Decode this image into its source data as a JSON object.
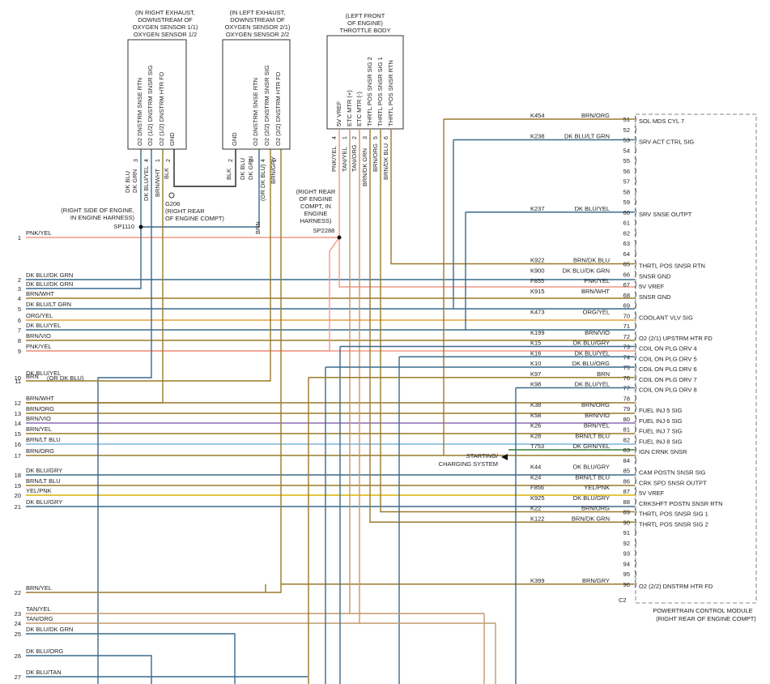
{
  "colors": {
    "PNK": "#f09a86",
    "DKBLU": "#3a6a8c",
    "BRN": "#9a7a2a",
    "YEL": "#d8b400",
    "ORG": "#e9a23b",
    "BLK": "#222222",
    "TAN": "#c29a6b",
    "VIO": "#8a6bb3",
    "WHT": "#9a9a9a",
    "LTGRN": "#7fc6a3",
    "LTBLU": "#7fb6de",
    "DKGRN": "#3a7a3a",
    "GRY": "#8a8a8a",
    "GRN": "#3d9a3d",
    "BLU": "#3a6abf",
    "PCMBORDER": "#9aa0a6"
  },
  "sensors": [
    {
      "caption": [
        "(IN RIGHT EXHAUST,",
        "DOWNSTREAM OF",
        "OXYGEN SENSOR 1/1)",
        "OXYGEN SENSOR 1/2"
      ],
      "pins": [
        {
          "n": "3",
          "label": "O2 DNSTRM SNSE RTN",
          "wire": "DK BLU/DK GRN"
        },
        {
          "n": "4",
          "label": "O2 (1/2) DNSTRM SNSR SIG",
          "wire": "DK BLU/YEL"
        },
        {
          "n": "1",
          "label": "O2 (1/2) DNSTRM HTR FD",
          "wire": "BRN/WHT"
        },
        {
          "n": "2",
          "label": "GND",
          "wire": "BLK"
        }
      ]
    },
    {
      "caption": [
        "(IN LEFT EXHAUST,",
        "DOWNSTREAM OF",
        "OXYGEN SENSOR 2/1)",
        "OXYGEN SENSOR 2/2"
      ],
      "pins": [
        {
          "n": "2",
          "label": "GND",
          "wire": "BLK"
        },
        {
          "n": "3",
          "label": "O2 DNSTRM SNSE RTN",
          "wire": "DK BLU"
        },
        {
          "n": "4",
          "label": "O2 (2/2) DNSTRM SNSR SIG",
          "wire": "(OR DK BLU)"
        },
        {
          "n": "1",
          "label": "O2 (2/2) DNSTRM HTR FD",
          "wire": "BRN/GRY"
        }
      ]
    },
    {
      "caption": [
        "(LEFT FRONT",
        "OF ENGINE)",
        "THROTTLE BODY"
      ],
      "pins": [
        {
          "n": "4",
          "label": "5V VREF",
          "wire": "PNK/YEL"
        },
        {
          "n": "1",
          "label": "ETC MTR (+)",
          "wire": "TAN/YEL"
        },
        {
          "n": "2",
          "label": "ETC MTR (-)",
          "wire": "TAN/ORG"
        },
        {
          "n": "3",
          "label": "THRTL POS SNSR SIG 2",
          "wire": "BRN/DK GRN"
        },
        {
          "n": "5",
          "label": "THRTL POS SNSR SIG 1",
          "wire": "BRN/ORG"
        },
        {
          "n": "6",
          "label": "THRTL POS SNSR RTN",
          "wire": "BRN/DK BLU"
        }
      ]
    }
  ],
  "splices": {
    "g206": [
      "G206",
      "(RIGHT REAR",
      "OF ENGINE COMPT)"
    ],
    "sp1110": [
      "(RIGHT SIDE OF ENGINE,",
      "IN ENGINE HARNESS)",
      "SP1110"
    ],
    "sp2288": [
      "(RIGHT REAR",
      "OF ENGINE",
      "COMPT, IN",
      "ENGINE",
      "HARNESS)",
      "SP2288"
    ],
    "sp1110_extra_wires": [
      "DK BLU",
      "DK GRN",
      "BRN"
    ]
  },
  "left_wires": [
    {
      "n": "1",
      "color": "PNK/YEL"
    },
    {
      "n": "2",
      "color": "DK BLU/DK GRN"
    },
    {
      "n": "3",
      "color": "DK BLU/DK GRN"
    },
    {
      "n": "4",
      "color": "BRN/WHT"
    },
    {
      "n": "5",
      "color": "DK BLU/LT GRN"
    },
    {
      "n": "6",
      "color": "ORG/YEL"
    },
    {
      "n": "7",
      "color": "DK BLU/YEL"
    },
    {
      "n": "8",
      "color": "BRN/VIO"
    },
    {
      "n": "9",
      "color": "PNK/YEL"
    },
    {
      "n": "10",
      "color": "DK BLU/YEL"
    },
    {
      "n": "11",
      "color": "BRN"
    },
    {
      "n": "12",
      "color": "BRN/WHT"
    },
    {
      "n": "13",
      "color": "BRN/ORG"
    },
    {
      "n": "14",
      "color": "BRN/VIO"
    },
    {
      "n": "15",
      "color": "BRN/YEL"
    },
    {
      "n": "16",
      "color": "BRN/LT BLU"
    },
    {
      "n": "17",
      "color": "BRN/ORG"
    },
    {
      "n": "18",
      "color": "DK BLU/GRY"
    },
    {
      "n": "19",
      "color": "BRN/LT BLU"
    },
    {
      "n": "20",
      "color": "YEL/PNK"
    },
    {
      "n": "21",
      "color": "DK BLU/GRY"
    },
    {
      "n": "22",
      "color": "BRN/YEL"
    },
    {
      "n": "23",
      "color": "TAN/YEL"
    },
    {
      "n": "24",
      "color": "TAN/ORG"
    },
    {
      "n": "25",
      "color": "DK BLU/DK GRN"
    },
    {
      "n": "26",
      "color": "DK BLU/ORG"
    },
    {
      "n": "27",
      "color": "DK BLU/TAN"
    }
  ],
  "wire11_note": "(OR DK BLU)",
  "pcm_pins": [
    {
      "pin": "51",
      "circuit": "K454",
      "color": "BRN/ORG",
      "func": "SOL MDS CYL 7"
    },
    {
      "pin": "52",
      "circuit": "",
      "color": "",
      "func": ""
    },
    {
      "pin": "53",
      "circuit": "K238",
      "color": "DK BLU/LT GRN",
      "func": "SRV ACT CTRL SIG"
    },
    {
      "pin": "54",
      "circuit": "",
      "color": "",
      "func": ""
    },
    {
      "pin": "55",
      "circuit": "",
      "color": "",
      "func": ""
    },
    {
      "pin": "56",
      "circuit": "",
      "color": "",
      "func": ""
    },
    {
      "pin": "57",
      "circuit": "",
      "color": "",
      "func": ""
    },
    {
      "pin": "58",
      "circuit": "",
      "color": "",
      "func": ""
    },
    {
      "pin": "59",
      "circuit": "",
      "color": "",
      "func": ""
    },
    {
      "pin": "60",
      "circuit": "K237",
      "color": "DK BLU/YEL",
      "func": "SRV SNSE OUTPT"
    },
    {
      "pin": "61",
      "circuit": "",
      "color": "",
      "func": ""
    },
    {
      "pin": "62",
      "circuit": "",
      "color": "",
      "func": ""
    },
    {
      "pin": "63",
      "circuit": "",
      "color": "",
      "func": ""
    },
    {
      "pin": "64",
      "circuit": "",
      "color": "",
      "func": ""
    },
    {
      "pin": "65",
      "circuit": "K922",
      "color": "BRN/DK BLU",
      "func": "THRTL POS SNSR RTN"
    },
    {
      "pin": "66",
      "circuit": "K900",
      "color": "DK BLU/DK GRN",
      "func": "SNSR GND"
    },
    {
      "pin": "67",
      "circuit": "F855",
      "color": "PNK/YEL",
      "func": "5V VREF"
    },
    {
      "pin": "68",
      "circuit": "K915",
      "color": "BRN/WHT",
      "func": "SNSR GND"
    },
    {
      "pin": "69",
      "circuit": "",
      "color": "",
      "func": ""
    },
    {
      "pin": "70",
      "circuit": "K473",
      "color": "ORG/YEL",
      "func": "COOLANT VLV SIG"
    },
    {
      "pin": "71",
      "circuit": "",
      "color": "",
      "func": ""
    },
    {
      "pin": "72",
      "circuit": "K199",
      "color": "BRN/VIO",
      "func": "O2 (2/1) UPSTRM HTR FD"
    },
    {
      "pin": "73",
      "circuit": "K15",
      "color": "DK BLU/GRY",
      "func": "COIL ON PLG DRV 4"
    },
    {
      "pin": "74",
      "circuit": "K16",
      "color": "DK BLU/YEL",
      "func": "COIL ON PLG DRV 5"
    },
    {
      "pin": "75",
      "circuit": "K10",
      "color": "DK BLU/ORG",
      "func": "COIL ON PLG DRV 6"
    },
    {
      "pin": "76",
      "circuit": "K97",
      "color": "BRN",
      "func": "COIL ON PLG DRV 7"
    },
    {
      "pin": "77",
      "circuit": "K98",
      "color": "DK BLU/YEL",
      "func": "COIL ON PLG DRV 8"
    },
    {
      "pin": "78",
      "circuit": "",
      "color": "",
      "func": ""
    },
    {
      "pin": "79",
      "circuit": "K38",
      "color": "BRN/ORG",
      "func": "FUEL INJ 5 SIG"
    },
    {
      "pin": "80",
      "circuit": "K58",
      "color": "BRN/VIO",
      "func": "FUEL INJ 6 SIG"
    },
    {
      "pin": "81",
      "circuit": "K26",
      "color": "BRN/YEL",
      "func": "FUEL INJ 7 SIG"
    },
    {
      "pin": "82",
      "circuit": "K28",
      "color": "BRN/LT BLU",
      "func": "FUEL INJ 8 SIG"
    },
    {
      "pin": "83",
      "circuit": "T753",
      "color": "DK GRN/YEL",
      "func": "IGN CRNK SNSR"
    },
    {
      "pin": "84",
      "circuit": "",
      "color": "",
      "func": ""
    },
    {
      "pin": "85",
      "circuit": "K44",
      "color": "DK BLU/GRY",
      "func": "CAM POSTN SNSR SIG"
    },
    {
      "pin": "86",
      "circuit": "K24",
      "color": "BRN/LT BLU",
      "func": "CRK SPD SNSR OUTPT"
    },
    {
      "pin": "87",
      "circuit": "F856",
      "color": "YEL/PNK",
      "func": "5V VREF"
    },
    {
      "pin": "88",
      "circuit": "K925",
      "color": "DK BLU/GRY",
      "func": "CRKSHFT POSTN SNSR RTN"
    },
    {
      "pin": "89",
      "circuit": "K22",
      "color": "BRN/ORG",
      "func": "THRTL POS SNSR SIG 1"
    },
    {
      "pin": "90",
      "circuit": "K122",
      "color": "BRN/DK GRN",
      "func": "THRTL POS SNSR SIG 2"
    },
    {
      "pin": "91",
      "circuit": "",
      "color": "",
      "func": ""
    },
    {
      "pin": "92",
      "circuit": "",
      "color": "",
      "func": ""
    },
    {
      "pin": "93",
      "circuit": "",
      "color": "",
      "func": ""
    },
    {
      "pin": "94",
      "circuit": "",
      "color": "",
      "func": ""
    },
    {
      "pin": "95",
      "circuit": "",
      "color": "",
      "func": ""
    },
    {
      "pin": "96",
      "circuit": "K399",
      "color": "BRN/GRY",
      "func": "O2 (2/2) DNSTRM HTR FD"
    }
  ],
  "connector_id": "C2",
  "starting_label": [
    "STARTING/",
    "CHARGING SYSTEM"
  ],
  "pcm_caption": [
    "POWERTRAIN CONTROL MODULE",
    "(RIGHT REAR OF ENGINE COMPT)"
  ]
}
